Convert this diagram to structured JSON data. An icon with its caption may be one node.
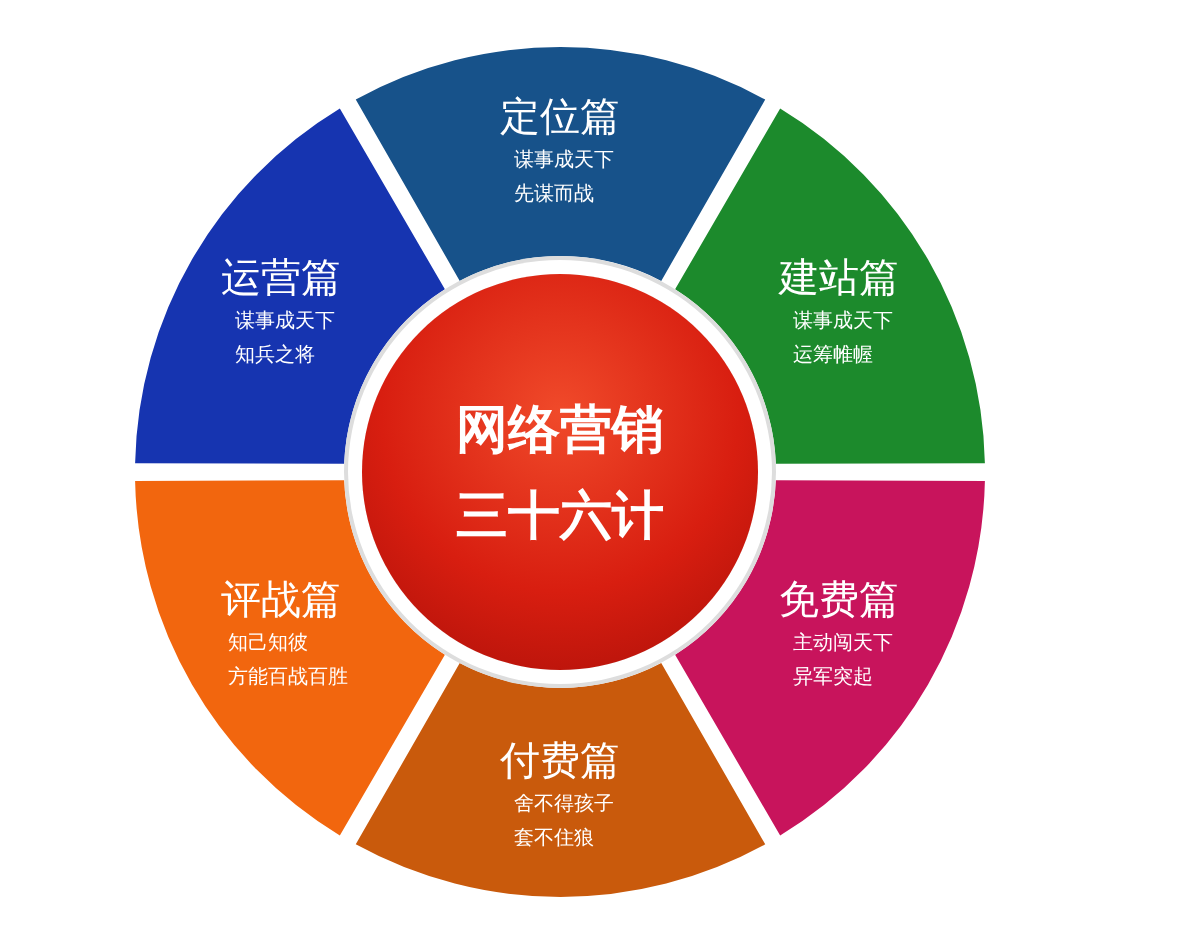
{
  "diagram": {
    "nodes": [
      {
        "text": [
          "定位篇",
          "谋事成天下",
          "先谋而战"
        ]
      },
      {
        "text": [
          "建站篇",
          "谋事成天下",
          "运筹帷幄"
        ]
      },
      {
        "text": [
          "免费篇",
          "主动闯天下",
          "异军突起"
        ]
      },
      {
        "text": [
          "付费篇",
          "舍不得孩子",
          "套不住狼"
        ]
      },
      {
        "text": [
          "评战篇",
          "知己知彼",
          "方能百战百胜"
        ]
      },
      {
        "text": [
          "运营篇",
          "谋事成天下",
          "知兵之将"
        ]
      },
      {
        "text": [
          "网络营销三十六计"
        ]
      }
    ]
  }
}
